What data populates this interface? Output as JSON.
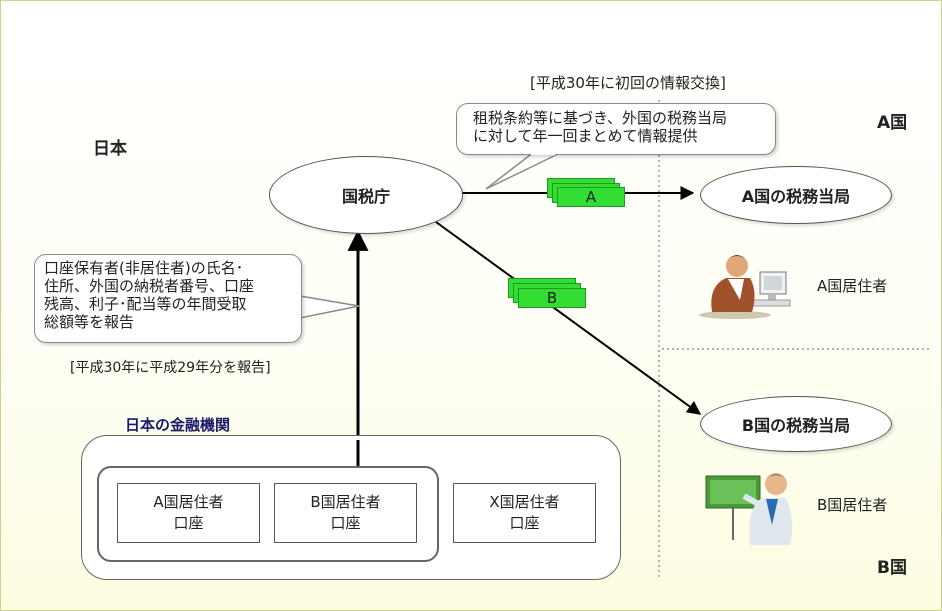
{
  "japan_label": "日本",
  "country_a_label": "A国",
  "country_b_label": "B国",
  "exchange_note": "[平成30年に初回の情報交換]",
  "exchange_callout": [
    "租税条約等に基づき、外国の税務当局",
    "に対して年一回まとめて情報提供"
  ],
  "nta_label": "国税庁",
  "report_callout": [
    "口座保有者(非居住者)の氏名･",
    "住所、外国の納税者番号、口座",
    "残高、利子･配当等の年間受取",
    "総額等を報告"
  ],
  "report_note": "[平成30年に平成29年分を報告]",
  "institutions_title": "日本の金融機関",
  "accounts": [
    {
      "line1": "A国居住者",
      "line2": "口座"
    },
    {
      "line1": "B国居住者",
      "line2": "口座"
    },
    {
      "line1": "X国居住者",
      "line2": "口座"
    }
  ],
  "tax_authority_a": "A国の税務当局",
  "tax_authority_b": "B国の税務当局",
  "resident_a": "A国居住者",
  "resident_b": "B国居住者",
  "packet_a": "A",
  "packet_b": "B",
  "colors": {
    "packet_green": "#33dd33",
    "packet_dark": "#1e9a1e",
    "institutions_title": "#1a1a6a"
  }
}
